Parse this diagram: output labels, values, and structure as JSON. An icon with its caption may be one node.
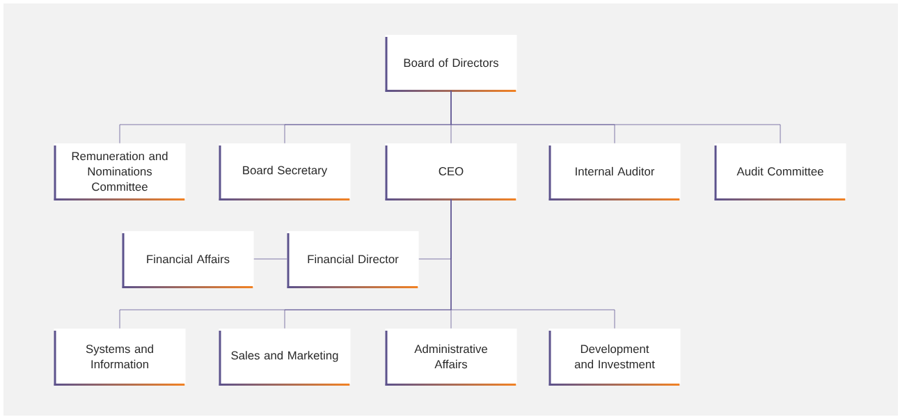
{
  "diagram": {
    "nodes": [
      {
        "text": [
          "Board of Directors"
        ]
      },
      {
        "text": [
          "Remuneration and Nominations Committee"
        ]
      },
      {
        "text": [
          "Board Secretary"
        ]
      },
      {
        "text": [
          "CEO"
        ]
      },
      {
        "text": [
          "Internal Auditor"
        ]
      },
      {
        "text": [
          "Audit Committee"
        ]
      },
      {
        "text": [
          "Financial Affairs"
        ]
      },
      {
        "text": [
          "Financial Director"
        ]
      },
      {
        "text": [
          "Systems and Information"
        ]
      },
      {
        "text": [
          "Sales and Marketing"
        ]
      },
      {
        "text": [
          "Administrative Affairs"
        ]
      },
      {
        "text": [
          "Development and Investment"
        ]
      }
    ],
    "edges": [
      {
        "from": 0,
        "to": 1,
        "arrow": "none"
      },
      {
        "from": 0,
        "to": 2,
        "arrow": "none"
      },
      {
        "from": 0,
        "to": 3,
        "arrow": "none"
      },
      {
        "from": 0,
        "to": 4,
        "arrow": "none"
      },
      {
        "from": 0,
        "to": 5,
        "arrow": "none"
      },
      {
        "from": 3,
        "to": 7,
        "arrow": "none"
      },
      {
        "from": 6,
        "to": 7,
        "arrow": "none"
      },
      {
        "from": 3,
        "to": 8,
        "arrow": "none"
      },
      {
        "from": 3,
        "to": 9,
        "arrow": "none"
      },
      {
        "from": 3,
        "to": 10,
        "arrow": "none"
      },
      {
        "from": 3,
        "to": 11,
        "arrow": "none"
      }
    ]
  }
}
